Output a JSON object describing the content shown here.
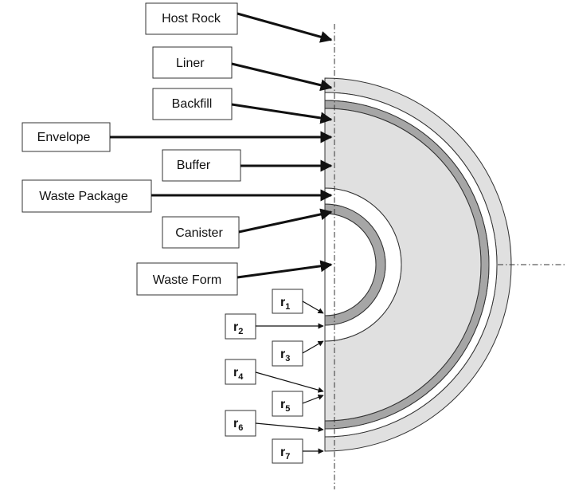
{
  "components": [
    {
      "id": "host-rock",
      "label": "Host Rock"
    },
    {
      "id": "liner",
      "label": "Liner"
    },
    {
      "id": "backfill",
      "label": "Backfill"
    },
    {
      "id": "envelope",
      "label": "Envelope"
    },
    {
      "id": "buffer",
      "label": "Buffer"
    },
    {
      "id": "waste-package",
      "label": "Waste Package"
    },
    {
      "id": "canister",
      "label": "Canister"
    },
    {
      "id": "waste-form",
      "label": "Waste Form"
    }
  ],
  "radii": [
    {
      "id": "r1",
      "base": "r",
      "sub": "1"
    },
    {
      "id": "r2",
      "base": "r",
      "sub": "2"
    },
    {
      "id": "r3",
      "base": "r",
      "sub": "3"
    },
    {
      "id": "r4",
      "base": "r",
      "sub": "4"
    },
    {
      "id": "r5",
      "base": "r",
      "sub": "5"
    },
    {
      "id": "r6",
      "base": "r",
      "sub": "6"
    },
    {
      "id": "r7",
      "base": "r",
      "sub": "7"
    }
  ],
  "colors": {
    "liner": "#e0e0e0",
    "buffer": "#e0e0e0",
    "envelope": "#a6a6a6",
    "canister": "#a6a6a6",
    "outline": "#333333"
  }
}
